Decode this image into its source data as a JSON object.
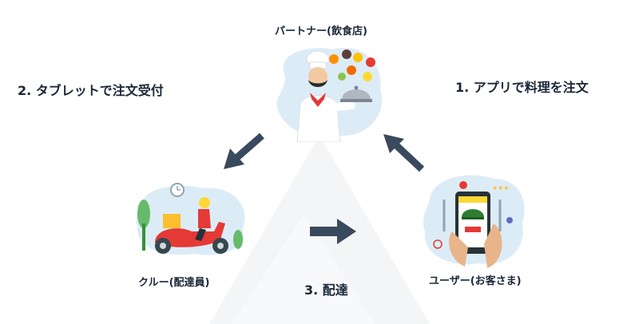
{
  "nodes": {
    "partner": "パートナー(飲食店)",
    "crew": "クルー(配達員)",
    "user": "ユーザー(お客さま)"
  },
  "steps": {
    "step1": "1. アプリで料理を注文",
    "step2": "2. タブレットで注文受付",
    "step3": "3. 配達"
  },
  "colors": {
    "arrow": "#3a4a5e",
    "blob": "#dcecf7",
    "text": "#1b2738"
  }
}
